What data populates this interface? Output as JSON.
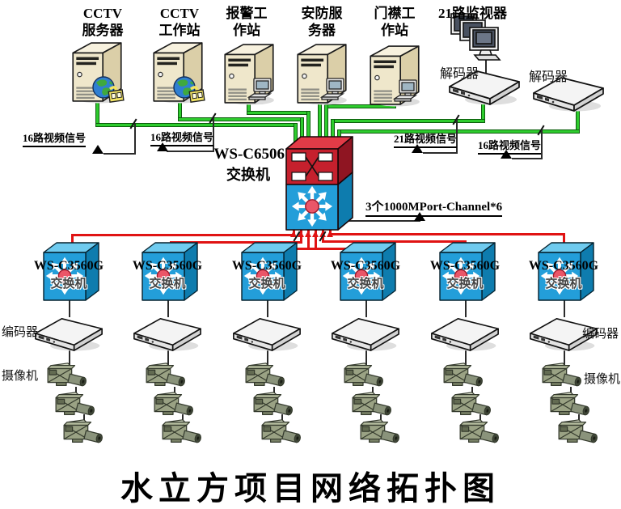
{
  "title": "水立方项目网络拓扑图",
  "colors": {
    "video_cable_green": "#2ECC2E",
    "gigabit_cable_red": "#E01313",
    "core_switch_red": "#C5202D",
    "switch_blue": "#239ED9"
  },
  "top_devices": [
    {
      "name": "cctv-server",
      "line1": "CCTV",
      "line2": "服务器"
    },
    {
      "name": "cctv-workstation",
      "line1": "CCTV",
      "line2": "工作站"
    },
    {
      "name": "alarm-workstation",
      "line1": "报警工",
      "line2": "作站"
    },
    {
      "name": "security-server",
      "line1": "安防服",
      "line2": "务器"
    },
    {
      "name": "door-workstation",
      "line1": "门襟工",
      "line2": "作站"
    }
  ],
  "monitor_wall_label": "21路监视器",
  "decoder_labels": [
    "解码器",
    "解码器"
  ],
  "core_switch": {
    "model": "WS-C6506",
    "type": "交换机"
  },
  "callouts": {
    "video16_left1": "16路视频信号",
    "video16_left2": "16路视频信号",
    "video21": "21路视频信号",
    "video16_right": "16路视频信号",
    "port_channel": "3个1000MPort-Channel*6"
  },
  "access_switch": {
    "model": "WS-C3560G",
    "type": "交换机",
    "count": 6
  },
  "encoder_labels": {
    "left": "编码器",
    "right": "编码器"
  },
  "camera_labels": {
    "left": "摄像机",
    "right": "摄像机"
  }
}
